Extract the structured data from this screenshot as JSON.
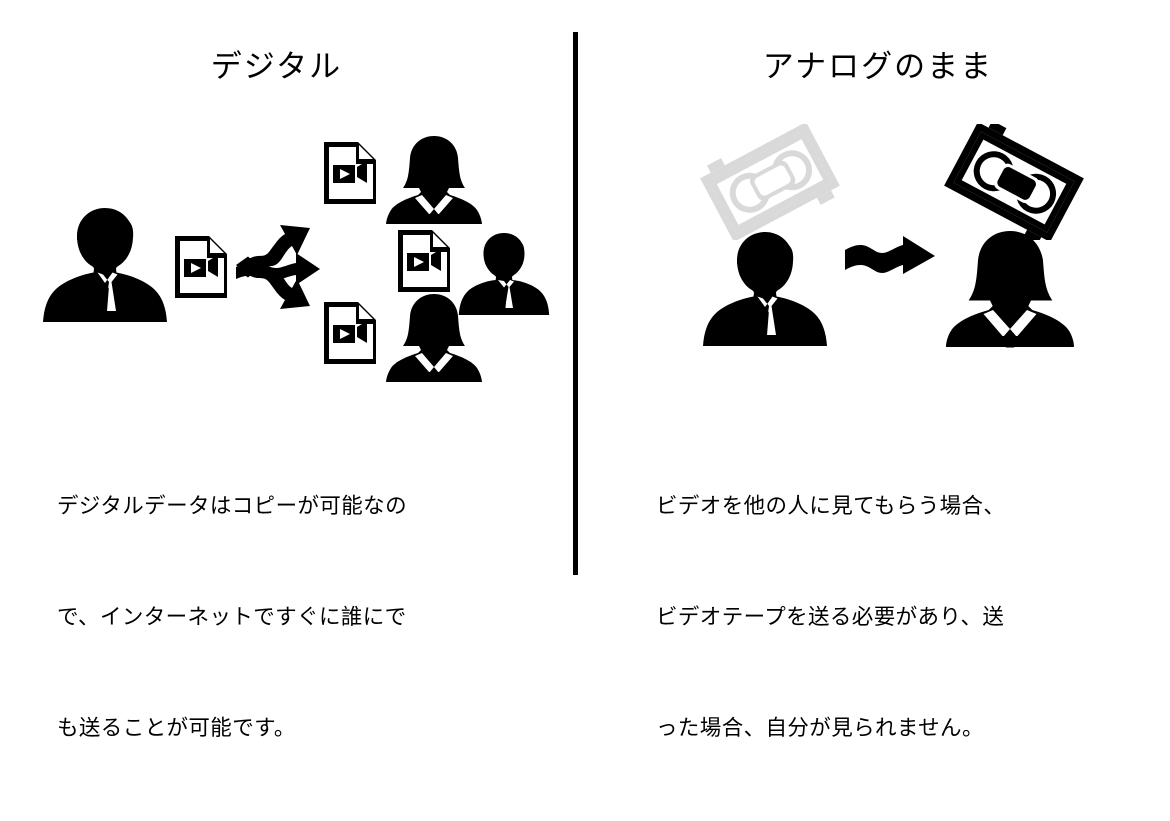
{
  "panels": [
    {
      "id": "digital",
      "title": "デジタル",
      "caption_lines": [
        "デジタルデータはコピーが可能なの",
        "で、インターネットですぐに誰にで",
        "も送ることが可能です。"
      ],
      "figures": {
        "sender": "male-person-silhouette",
        "source_file": "video-file-icon",
        "branching_arrows": "three-wavy-arrows-branching",
        "recipients": [
          {
            "file": "video-file-icon",
            "person": "female-person-silhouette"
          },
          {
            "file": "video-file-icon",
            "person": "male-person-silhouette"
          },
          {
            "file": "video-file-icon",
            "person": "female-person-silhouette"
          }
        ]
      }
    },
    {
      "id": "analog",
      "title": "アナログのまま",
      "caption_lines": [
        "ビデオを他の人に見てもらう場合、",
        "ビデオテープを送る必要があり、送",
        "った場合、自分が見られません。"
      ],
      "figures": {
        "sender": "male-person-silhouette",
        "receiver": "female-person-silhouette",
        "tape_sent_away": "vhs-tape-icon-faded",
        "tape_received": "vhs-tape-icon-solid",
        "transfer_arrow": "wavy-arrow-right"
      }
    }
  ],
  "colors": {
    "foreground": "#000000",
    "background": "#ffffff",
    "faded": "#d9d9d9",
    "divider": "#000000"
  },
  "divider": "vertical-divider-line"
}
